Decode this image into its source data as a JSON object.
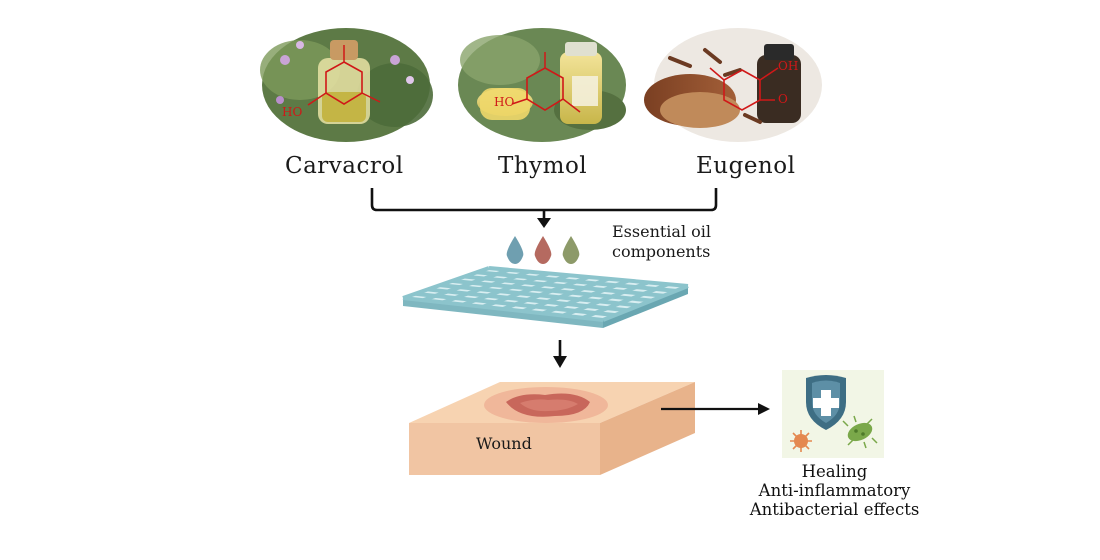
{
  "compounds": [
    {
      "name": "Carvacrol",
      "substituents": [
        "HO"
      ]
    },
    {
      "name": "Thymol",
      "substituents": [
        "HO"
      ]
    },
    {
      "name": "Eugenol",
      "substituents": [
        "OH",
        "O"
      ]
    }
  ],
  "essential_oil_label": [
    "Essential oil",
    "components"
  ],
  "droplet_colors": [
    "#6f9fb0",
    "#b56a60",
    "#8d9a69"
  ],
  "wound_label": "Wound",
  "effects": [
    "Healing",
    "Anti-inflammatory",
    "Antibacterial effects"
  ],
  "icons": [
    "shield-cross-icon",
    "bacteria-icon"
  ]
}
